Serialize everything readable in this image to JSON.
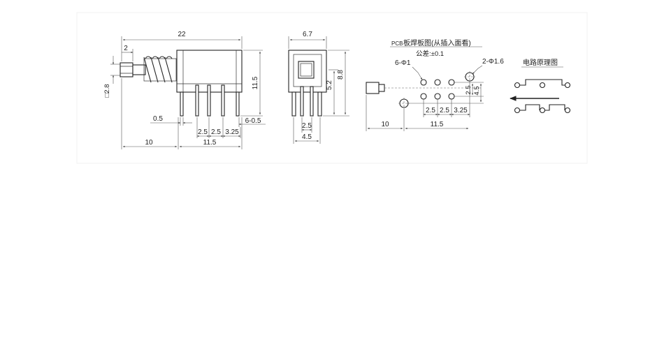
{
  "colors": {
    "line": "#222222",
    "background": "#ffffff",
    "panel": "#ffffff"
  },
  "side_view": {
    "dim_total_length": "22",
    "dim_plunger_travel": "2",
    "dim_plunger_size": "□2.8",
    "dim_body_height": "11.5",
    "dim_pin_thickness": "0.5",
    "dim_pin_pitch_1": "2.5",
    "dim_pin_pitch_2": "2.5",
    "dim_pin_pitch_3": "3.25",
    "dim_pin_count": "6-0.5",
    "dim_plunger_length": "10",
    "dim_body_length": "11.5"
  },
  "end_view": {
    "dim_width": "6.7",
    "dim_inner_height": "5.2",
    "dim_total_height": "8.8",
    "dim_pin_spacing": "2.5",
    "dim_leg_span": "4.5"
  },
  "pcb_layout": {
    "title_prefix": "PCB",
    "title_text": "板焊板图(从插入面看)",
    "tolerance": "公差:±0.1",
    "hole_label_small": "6-Φ1",
    "hole_label_large": "2-Φ1.6",
    "dim_row_spacing": "2.5",
    "dim_offset": "4.5",
    "dim_pitch_1": "2.5",
    "dim_pitch_2": "2.5",
    "dim_pitch_3": "3.25",
    "dim_left": "10",
    "dim_span": "11.5"
  },
  "circuit": {
    "title": "电路原理图"
  }
}
